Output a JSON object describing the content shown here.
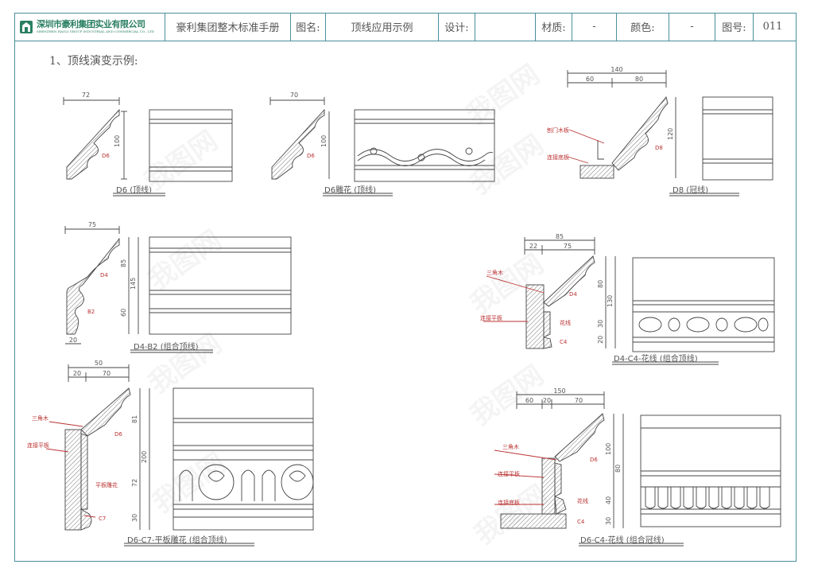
{
  "header": {
    "company": "深圳市豪利集团实业有限公司",
    "company_en": "SHENZHEN HAOLI GROUP INDUSTRIAL AND COMMERCIAL CO., LTD",
    "manual": "豪利集团整木标准手册",
    "fig_name_label": "图名:",
    "fig_name": "顶线应用示例",
    "design_label": "设计:",
    "design": "",
    "material_label": "材质:",
    "material": "-",
    "color_label": "颜色:",
    "color": "-",
    "fig_no_label": "图号:",
    "fig_no": "011"
  },
  "section_title": "1、顶线演变示例:",
  "watermark": "我图网",
  "details": [
    {
      "caption": "D6 (顶线)",
      "dims": [
        "72",
        "100"
      ],
      "labels": [
        "D6"
      ]
    },
    {
      "caption": "D6雕花 (顶线)",
      "dims": [
        "70",
        "100"
      ],
      "labels": [
        "D6"
      ]
    },
    {
      "caption": "D8 (冠线)",
      "dims": [
        "140",
        "60",
        "80",
        "120"
      ],
      "labels": [
        "刨门木板",
        "连接底板",
        "D8"
      ]
    },
    {
      "caption": "D4-B2 (组合顶线)",
      "dims": [
        "75",
        "85",
        "145",
        "60",
        "20"
      ],
      "labels": [
        "D4",
        "B2"
      ]
    },
    {
      "caption": "D4-C4-花线 (组合顶线)",
      "dims": [
        "85",
        "22",
        "75",
        "80",
        "130",
        "30",
        "20"
      ],
      "labels": [
        "三角木",
        "连接平板",
        "D4",
        "花线",
        "C4"
      ]
    },
    {
      "caption": "D6-C7-平板雕花 (组合顶线)",
      "dims": [
        "50",
        "20",
        "70",
        "81",
        "200",
        "72",
        "30"
      ],
      "labels": [
        "三角木",
        "连接平板",
        "平板雕花",
        "D6",
        "C7"
      ]
    },
    {
      "caption": "D6-C4-花线 (组合冠线)",
      "dims": [
        "150",
        "60",
        "20",
        "70",
        "100",
        "80",
        "40",
        "30"
      ],
      "labels": [
        "三角木",
        "连接平板",
        "连接底板",
        "D6",
        "花线",
        "C4"
      ]
    }
  ]
}
